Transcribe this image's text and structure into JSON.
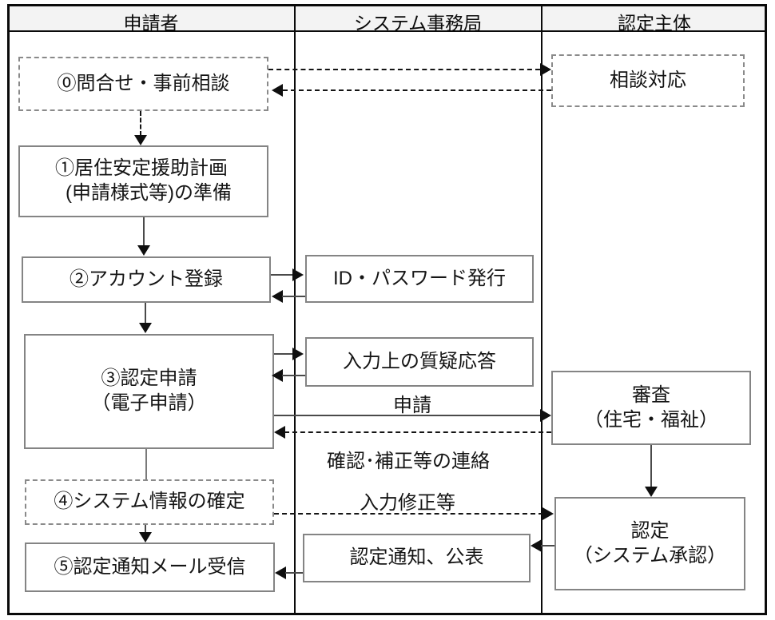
{
  "header": {
    "applicant": "申請者",
    "system_office": "システム事務局",
    "certifier": "認定主体"
  },
  "nodes": {
    "inquiry": {
      "label": "⓪問合せ・事前相談"
    },
    "plan": {
      "line1": "①居住安定援助計画",
      "line2": "(申請様式等)の準備"
    },
    "account": {
      "label": "②アカウント登録"
    },
    "application": {
      "line1": "③認定申請",
      "line2": "（電子申請）"
    },
    "system_info": {
      "label": "④システム情報の確定"
    },
    "mail_receive": {
      "label": "⑤認定通知メール受信"
    },
    "id_issue": {
      "label": "ID・パスワード発行"
    },
    "qa": {
      "label": "入力上の質疑応答"
    },
    "notice_publish": {
      "label": "認定通知、公表"
    },
    "consult": {
      "label": "相談対応"
    },
    "review": {
      "line1": "審査",
      "line2": "（住宅・福祉）"
    },
    "approval": {
      "line1": "認定",
      "line2": "（システム承認）"
    }
  },
  "edge_labels": {
    "apply": "申請",
    "confirm": "確認･補正等の連絡",
    "fix": "入力修正等"
  }
}
